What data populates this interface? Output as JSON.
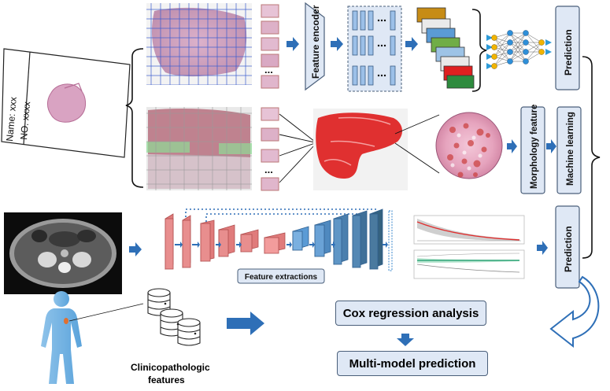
{
  "slide_label": {
    "name": "Name: xxx",
    "number": "NO. xxxx"
  },
  "pipeline": {
    "feature_encoder": "Feature encoder",
    "prediction_top": "Prediction",
    "morphology_feature": "Morphology feature",
    "machine_learning": "Machine learning",
    "prediction_bottom": "Prediction",
    "feature_extractions": "Feature extractions",
    "ellipsis": "..."
  },
  "bottom": {
    "clinicopathologic": "Clinicopathologic",
    "features": "features",
    "cox_regression": "Cox regression analysis",
    "multi_model": "Multi-model prediction"
  },
  "colors": {
    "arrow_blue": "#2e6fb7",
    "box_fill": "#dfe8f5",
    "box_stroke": "#4a5f7a",
    "tissue_pink": "#c98fb0",
    "heatmap_red": "#e03030",
    "unet_encoder": "#e07b7b",
    "unet_decoder": "#5b9bd5"
  },
  "icons": [
    "slide-icon",
    "tile-grid",
    "neural-network-icon",
    "ct-scan",
    "human-body-icon",
    "database-icon",
    "curved-return-arrow-icon"
  ]
}
